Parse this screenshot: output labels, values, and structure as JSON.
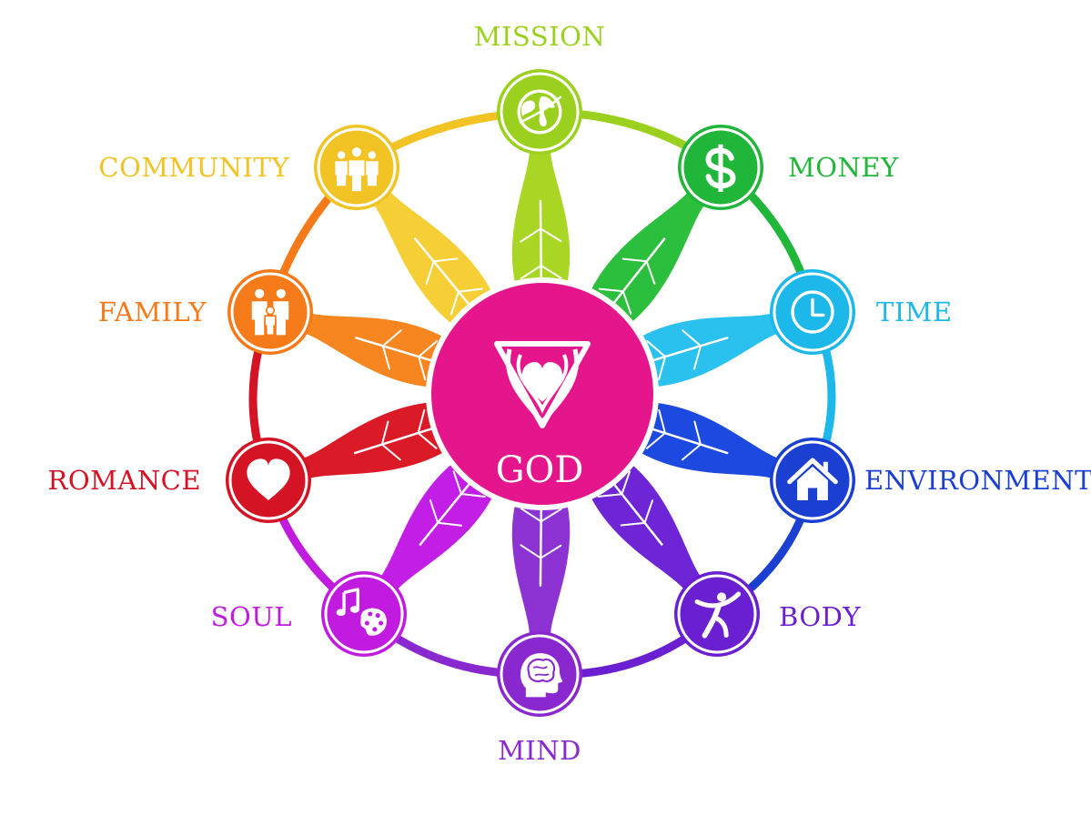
{
  "center": {
    "label": "GOD",
    "icon": "triangle-heart-icon",
    "color": "#e5168c"
  },
  "nodes": [
    {
      "id": "mission",
      "label": "MISSION",
      "icon": "globe-icon",
      "color": "#9bd11e",
      "leaf": "#a9d624"
    },
    {
      "id": "money",
      "label": "MONEY",
      "icon": "dollar-icon",
      "color": "#20b63a",
      "leaf": "#2bbf3d"
    },
    {
      "id": "time",
      "label": "TIME",
      "icon": "clock-icon",
      "color": "#1cb8ea",
      "leaf": "#2ac1ef"
    },
    {
      "id": "environment",
      "label": "ENVIRONMENT",
      "icon": "house-icon",
      "color": "#1a3fd1",
      "leaf": "#1c49e0"
    },
    {
      "id": "body",
      "label": "BODY",
      "icon": "person-running-icon",
      "color": "#6a1fd0",
      "leaf": "#6e25d6"
    },
    {
      "id": "mind",
      "label": "MIND",
      "icon": "head-brain-icon",
      "color": "#8a28cf",
      "leaf": "#8d33d4"
    },
    {
      "id": "soul",
      "label": "SOUL",
      "icon": "music-palette-icon",
      "color": "#c21be0",
      "leaf": "#c21ee6"
    },
    {
      "id": "romance",
      "label": "ROMANCE",
      "icon": "heart-icon",
      "color": "#d41424",
      "leaf": "#db1a27"
    },
    {
      "id": "family",
      "label": "FAMILY",
      "icon": "family-icon",
      "color": "#f57a1a",
      "leaf": "#f78520"
    },
    {
      "id": "community",
      "label": "COMMUNITY",
      "icon": "people-group-icon",
      "color": "#f2c324",
      "leaf": "#f6cf36"
    }
  ]
}
